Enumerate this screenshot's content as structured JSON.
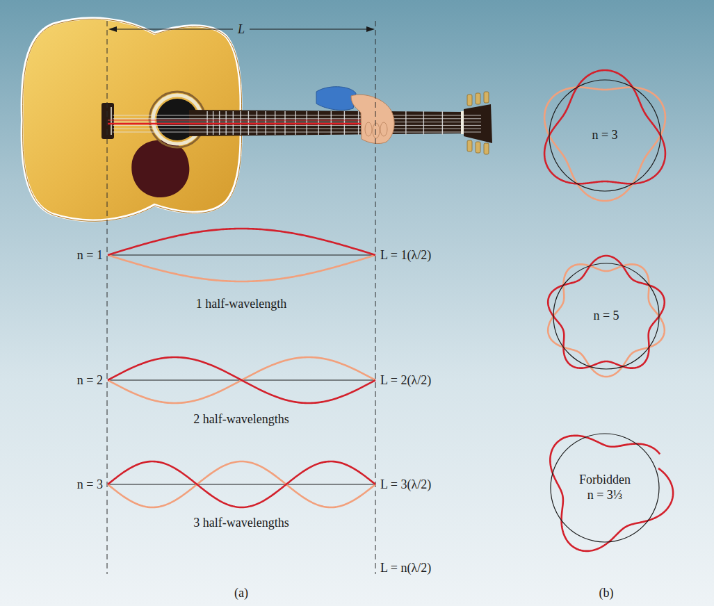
{
  "diagram": {
    "nodes": [
      {
        "text": [
          "n = 3"
        ]
      },
      {
        "text": [
          "n = 5"
        ]
      },
      {
        "text": [
          "Forbidden",
          "n = 3⅓"
        ]
      }
    ],
    "labels": [
      "L",
      "n = 1",
      "L = 1(λ/2)",
      "1 half-wavelength",
      "n = 2",
      "L = 2(λ/2)",
      "2 half-wavelengths",
      "n = 3",
      "L = 3(λ/2)",
      "3 half-wavelengths",
      "L = n(λ/2)",
      "(a)",
      "(b)"
    ]
  }
}
